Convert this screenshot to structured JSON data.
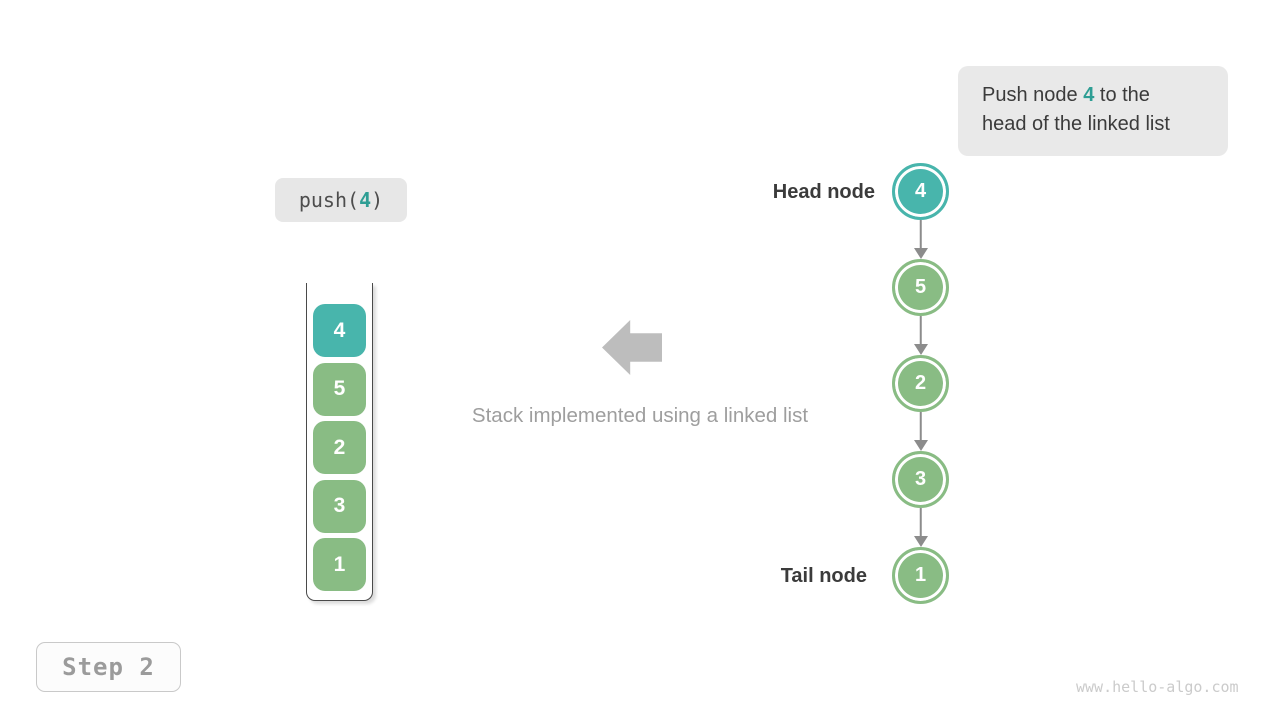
{
  "note": {
    "line1_before": "Push node ",
    "line1_highlight": "4",
    "line1_after": " to the",
    "line2": "head of the linked list"
  },
  "operation": {
    "prefix": "push(",
    "arg": "4",
    "suffix": ")"
  },
  "stack": {
    "items": [
      {
        "value": "4",
        "color": "teal"
      },
      {
        "value": "5",
        "color": "green"
      },
      {
        "value": "2",
        "color": "green"
      },
      {
        "value": "3",
        "color": "green"
      },
      {
        "value": "1",
        "color": "green"
      }
    ]
  },
  "caption": "Stack implemented using a linked list",
  "linked_list": {
    "head_label": "Head node",
    "tail_label": "Tail node",
    "nodes": [
      {
        "value": "4",
        "color": "teal"
      },
      {
        "value": "5",
        "color": "green"
      },
      {
        "value": "2",
        "color": "green"
      },
      {
        "value": "3",
        "color": "green"
      },
      {
        "value": "1",
        "color": "green"
      }
    ]
  },
  "step_badge": "Step 2",
  "watermark": "www.hello-algo.com",
  "colors": {
    "teal": "#48b5ac",
    "green": "#89bc84",
    "highlight_text": "#2e9e94",
    "note_bg": "#e9e9e9",
    "code_bg": "#e7e7e7",
    "dark_text": "#3b3b3b",
    "muted_text": "#9e9e9e",
    "block_arrow": "#bdbdbd",
    "link_arrow": "#8c8c8c",
    "watermark_text": "#cbcbcb"
  }
}
